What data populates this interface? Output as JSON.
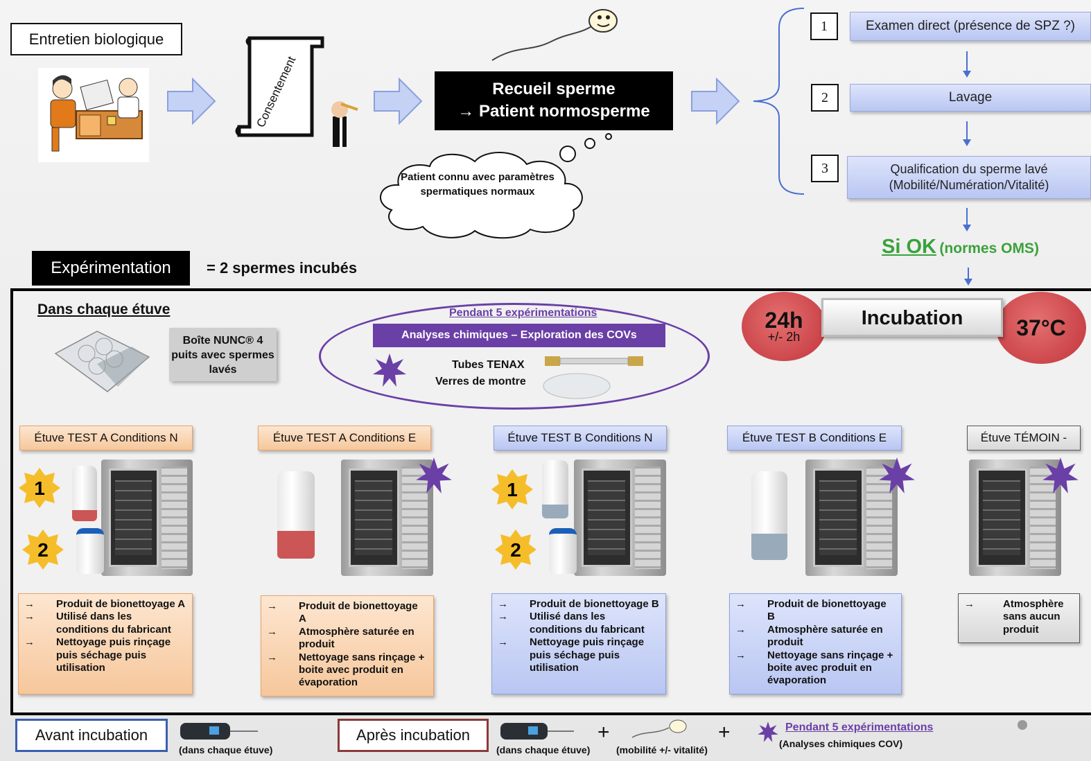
{
  "top": {
    "entretien": "Entretien biologique",
    "consentement": "Consentement",
    "recueil_line1": "Recueil sperme",
    "recueil_line2": "→ Patient normosperme",
    "cloud_text": "Patient connu avec paramètres spermatiques normaux",
    "steps": [
      {
        "num": "1",
        "label": "Examen direct (présence de SPZ ?)"
      },
      {
        "num": "2",
        "label": "Lavage"
      },
      {
        "num": "3",
        "label_line1": "Qualification du sperme lavé",
        "label_line2": "(Mobilité/Numération/Vitalité)"
      }
    ],
    "si_ok": "Si OK",
    "normes": "(normes OMS)"
  },
  "experimentation": {
    "label": "Expérimentation",
    "incubes": "= 2 spermes incubés"
  },
  "middle": {
    "dans_chaque": "Dans chaque étuve",
    "nunc": "Boîte NUNC® 4 puits avec spermes lavés",
    "pendant": "Pendant 5 expérimentations",
    "analyses": "Analyses chimiques – Exploration des COVs",
    "tenax": "Tubes TENAX",
    "verres": "Verres de montre",
    "time": "24h",
    "time_sub": "+/- 2h",
    "incubation": "Incubation",
    "temp": "37°C"
  },
  "etuves": [
    {
      "title": "Étuve TEST A Conditions N",
      "color": "orange",
      "badges": [
        "1",
        "2"
      ],
      "star": false,
      "lines": [
        "Produit de bionettoyage A",
        "Utilisé dans les conditions du fabricant",
        "Nettoyage puis rinçage puis séchage puis utilisation"
      ]
    },
    {
      "title": "Étuve TEST A Conditions E",
      "color": "orange",
      "badges": [],
      "star": true,
      "lines": [
        "Produit de bionettoyage A",
        "Atmosphère saturée en produit",
        "Nettoyage sans rinçage + boite avec produit en évaporation"
      ]
    },
    {
      "title": "Étuve TEST B Conditions N",
      "color": "blue",
      "badges": [
        "1",
        "2"
      ],
      "star": false,
      "lines": [
        "Produit de bionettoyage B",
        "Utilisé dans les conditions du fabricant",
        "Nettoyage puis rinçage puis séchage puis utilisation"
      ]
    },
    {
      "title": "Étuve TEST B Conditions E",
      "color": "blue",
      "badges": [],
      "star": true,
      "lines": [
        "Produit de bionettoyage B",
        "Atmosphère saturée en produit",
        "Nettoyage sans rinçage + boite avec produit en évaporation"
      ]
    },
    {
      "title": "Étuve TÉMOIN -",
      "color": "grey",
      "badges": [],
      "star": true,
      "lines": [
        "Atmosphère sans aucun produit"
      ]
    }
  ],
  "arrow_glyph": "→",
  "bottom": {
    "avant": "Avant incubation",
    "apres": "Après incubation",
    "chaque1": "(dans chaque étuve)",
    "chaque2": "(dans chaque étuve)",
    "plus": "+",
    "mobilite": "(mobilité +/- vitalité)",
    "pendant": "Pendant 5 expérimentations",
    "analyses_cov": "(Analyses chimiques COV)"
  },
  "colors": {
    "purple": "#6a3fa6",
    "green": "#3aa23a",
    "orange": "#f6c79c",
    "blue": "#b9c6f2",
    "red": "#c83a3a"
  }
}
